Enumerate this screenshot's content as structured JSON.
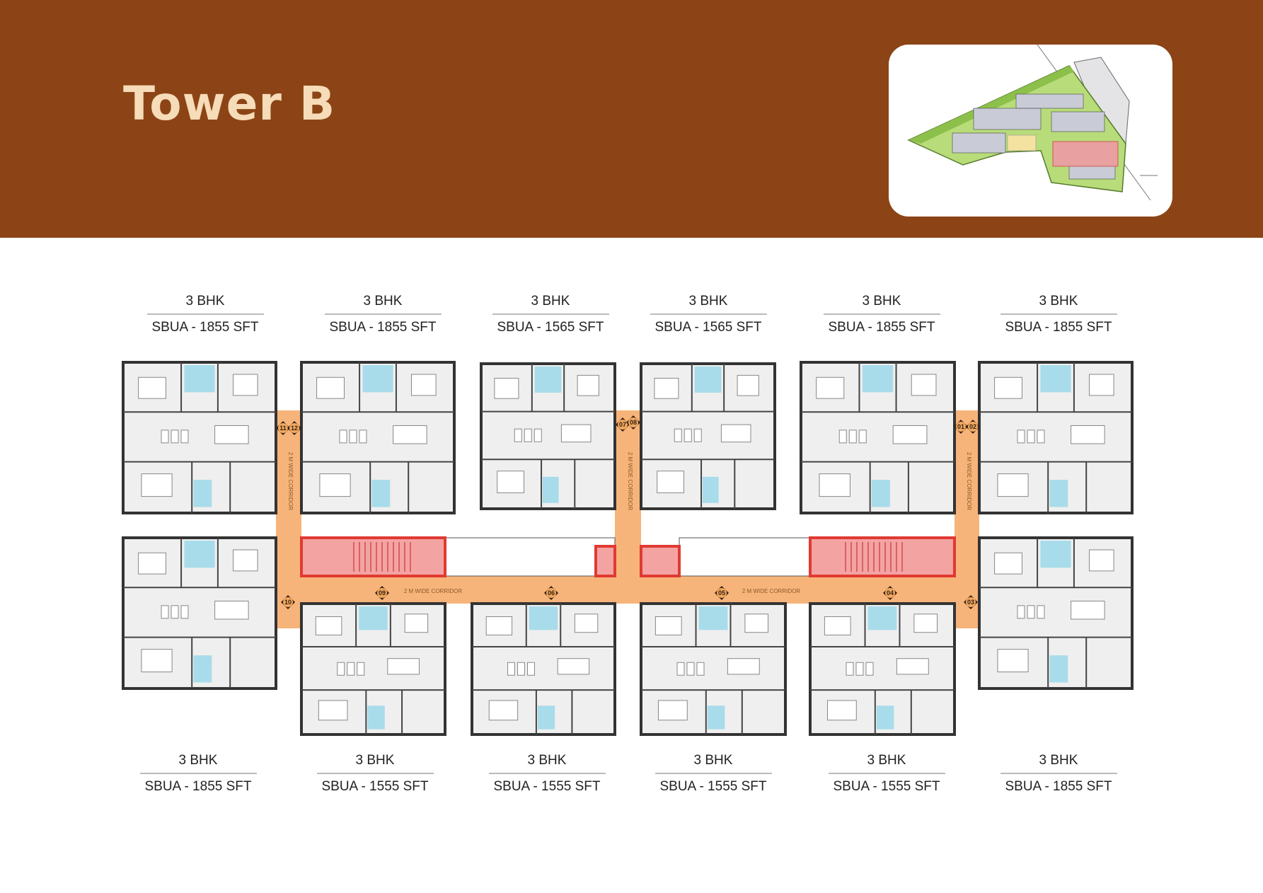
{
  "header": {
    "title": "Tower B",
    "brand_color": "#8c4416",
    "title_color": "#f6dcb8"
  },
  "site_map": {
    "icon": "site-plan-thumbnail",
    "highlight_color": "#e8a0a0",
    "landscape_color": "#b8dc7a"
  },
  "top_units": [
    {
      "type": "3 BHK",
      "area": "SBUA - 1855 SFT"
    },
    {
      "type": "3 BHK",
      "area": "SBUA - 1855 SFT"
    },
    {
      "type": "3 BHK",
      "area": "SBUA - 1565 SFT"
    },
    {
      "type": "3 BHK",
      "area": "SBUA - 1565 SFT"
    },
    {
      "type": "3 BHK",
      "area": "SBUA - 1855 SFT"
    },
    {
      "type": "3 BHK",
      "area": "SBUA - 1855 SFT"
    }
  ],
  "bottom_units": [
    {
      "type": "3 BHK",
      "area": "SBUA - 1855 SFT"
    },
    {
      "type": "3 BHK",
      "area": "SBUA - 1555 SFT"
    },
    {
      "type": "3 BHK",
      "area": "SBUA - 1555 SFT"
    },
    {
      "type": "3 BHK",
      "area": "SBUA - 1555 SFT"
    },
    {
      "type": "3 BHK",
      "area": "SBUA - 1555 SFT"
    },
    {
      "type": "3 BHK",
      "area": "SBUA - 1855 SFT"
    }
  ],
  "plan": {
    "corridor_label": "2 M WIDE CORRIDOR",
    "unit_numbers_top": [
      "11",
      "12",
      "07",
      "08",
      "01",
      "02"
    ],
    "unit_numbers_bottom": [
      "10",
      "09",
      "06",
      "05",
      "04",
      "03"
    ],
    "corridor_color": "#f7b47a",
    "core_color": "#e03a32",
    "toilet_color": "#a8dcea"
  }
}
